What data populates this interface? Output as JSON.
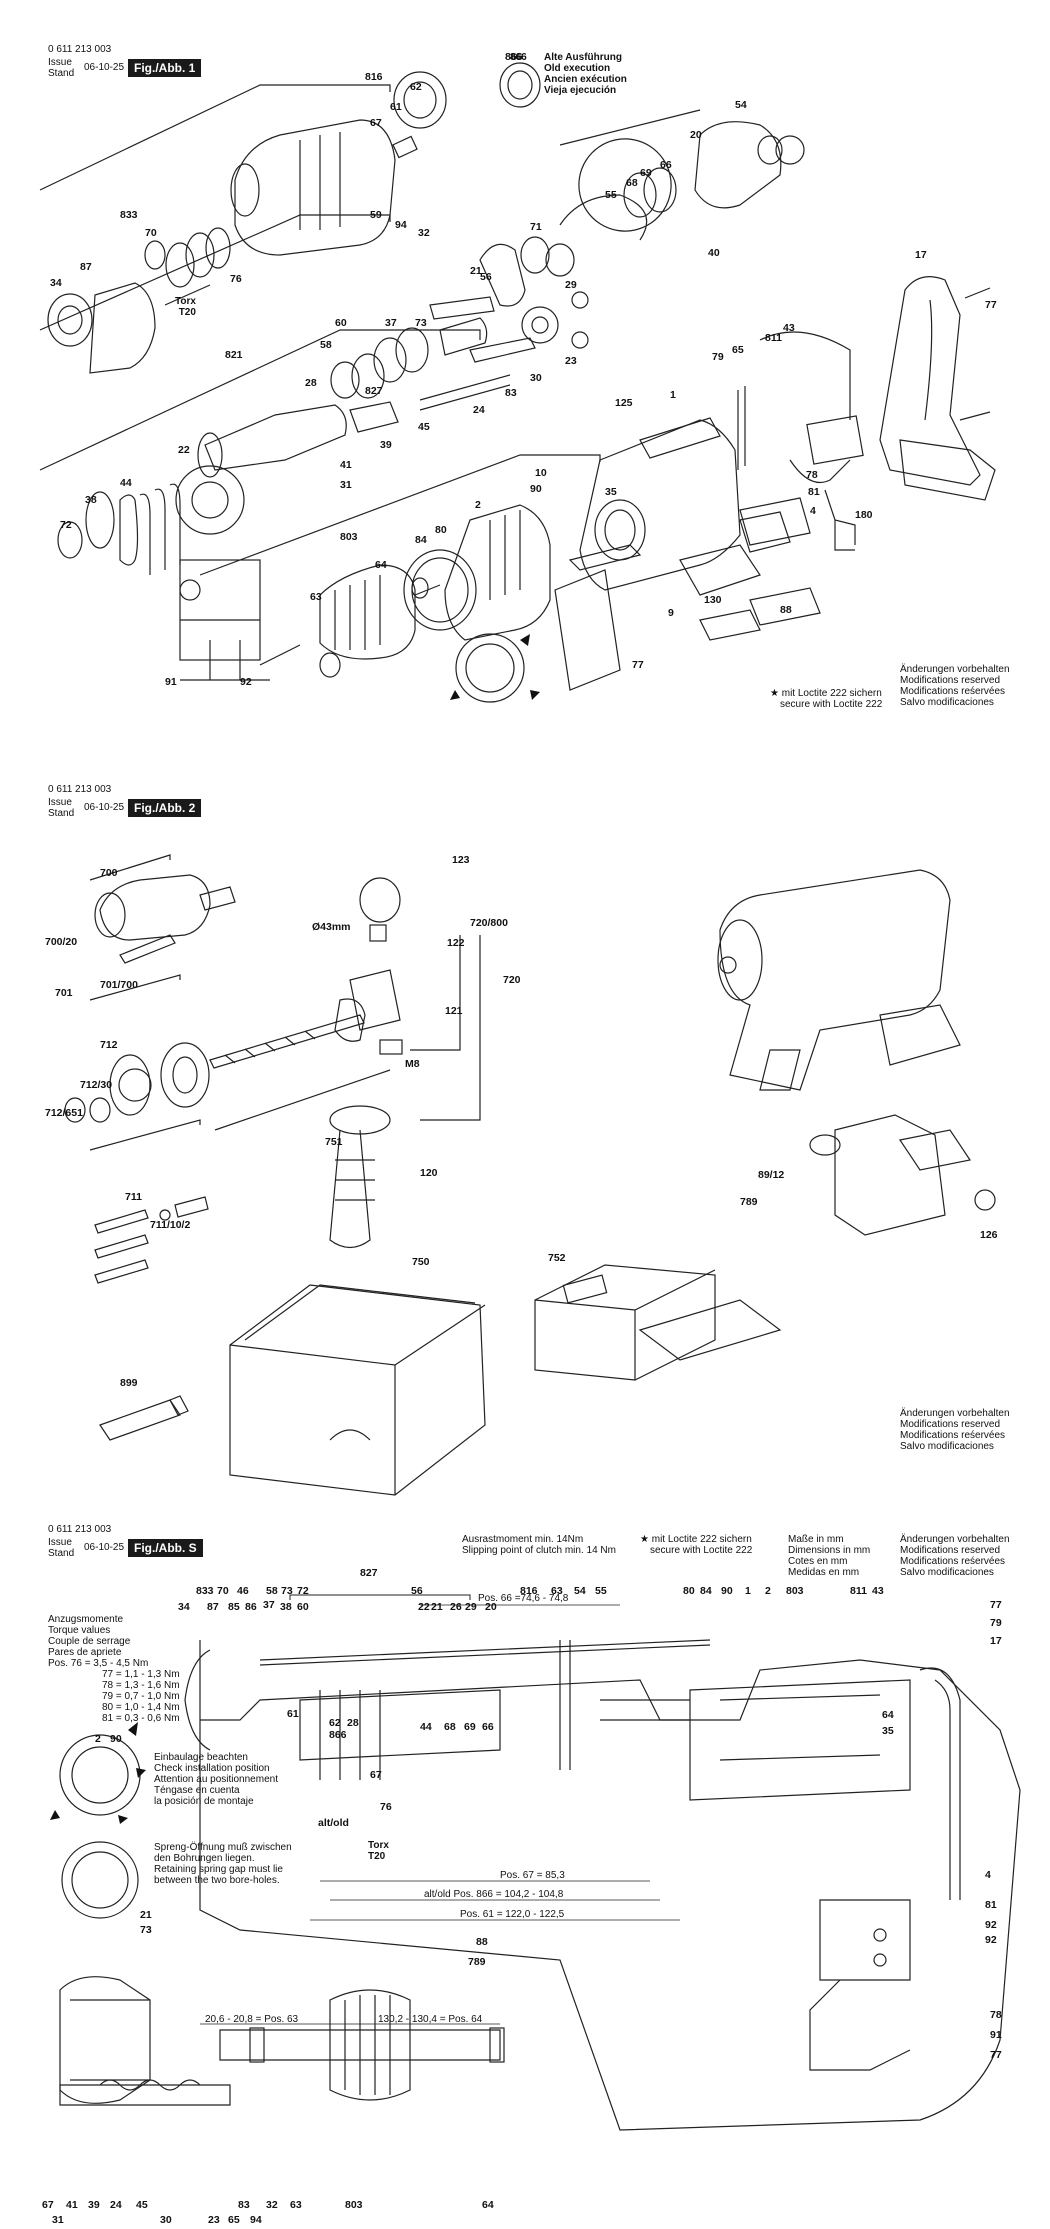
{
  "doc_number": "0 611 213 003",
  "issue_label": "Issue",
  "stand_label": "Stand",
  "issue_date": "06-10-25",
  "figures": [
    {
      "label": "Fig./Abb. 1"
    },
    {
      "label": "Fig./Abb. 2"
    },
    {
      "label": "Fig./Abb. S"
    }
  ],
  "legend_866": [
    "866",
    "Alte Ausführung",
    "Old execution",
    "Ancien exécution",
    "Vieja ejecución"
  ],
  "loctite_note": [
    "★ mit Loctite 222 sichern",
    "secure with Loctite 222"
  ],
  "changes_note": [
    "Änderungen vorbehalten",
    "Modifications reserved",
    "Modifications reśervées",
    "Salvo modificaciones"
  ],
  "torx_label": [
    "Torx",
    "T20"
  ],
  "fig1_labels": [
    "866",
    "816",
    "62",
    "61",
    "67",
    "54",
    "20",
    "66",
    "69",
    "68",
    "55",
    "833",
    "70",
    "59",
    "94",
    "32",
    "71",
    "34",
    "87",
    "76",
    "56",
    "29",
    "21",
    "40",
    "17",
    "77",
    "821",
    "60",
    "37",
    "73",
    "58",
    "28",
    "827",
    "22",
    "83",
    "30",
    "23",
    "65",
    "811",
    "43",
    "79",
    "1",
    "125",
    "24",
    "45",
    "39",
    "41",
    "31",
    "72",
    "38",
    "44",
    "10",
    "35",
    "2",
    "90",
    "80",
    "84",
    "803",
    "64",
    "63",
    "91",
    "92",
    "4",
    "81",
    "78",
    "180",
    "130",
    "9",
    "88",
    "77"
  ],
  "fig2_labels": [
    "700",
    "700/20",
    "701",
    "701/700",
    "123",
    "Ø43mm",
    "122",
    "121",
    "720/800",
    "720",
    "M8",
    "712",
    "712/30",
    "712/651",
    "751",
    "120",
    "711",
    "711/10/2",
    "89/12",
    "789",
    "126",
    "750",
    "752",
    "899"
  ],
  "figS": {
    "torque_title": [
      "Anzugsmomente",
      "Torque values",
      "Couple de serrage",
      "Pares de apriete"
    ],
    "torque_values": [
      "Pos. 76 = 3,5 - 4,5 Nm",
      "77 = 1,1 - 1,3 Nm",
      "78 = 1,3 - 1,6 Nm",
      "79 = 0,7 - 1,0 Nm",
      "80 = 1,0 - 1,4 Nm",
      "81 = 0,3 - 0,6 Nm"
    ],
    "locking": [
      "Ausrastmoment min. 14Nm",
      "Slipping point of clutch min. 14 Nm"
    ],
    "dimensions": [
      "Maße in mm",
      "Dimensions in mm",
      "Cotes en mm",
      "Medidas en mm"
    ],
    "install_note": [
      "Einbaulage beachten",
      "Check installation position",
      "Attention au positionnement",
      "Téngase en cuenta",
      "la posición de montaje"
    ],
    "spring_note": [
      "Spreng-Öffnung muß zwischen",
      "den Bohrungen liegen.",
      "Retaining spring gap must lie",
      "between the two bore-holes."
    ],
    "pos66": "Pos. 66 =74,6 - 74,8",
    "pos67": "Pos. 67 = 85,3",
    "pos866": "alt/old Pos. 866 = 104,2 - 104,8",
    "pos61": "Pos. 61 = 122,0 - 122,5",
    "pos63": "20,6 - 20,8 = Pos. 63",
    "pos64": "130,2 - 130,4 = Pos. 64",
    "alt_old": "alt/old",
    "labels": [
      "827",
      "833",
      "70",
      "46",
      "58",
      "73",
      "72",
      "56",
      "34",
      "87",
      "85",
      "86",
      "37",
      "38",
      "60",
      "22",
      "21",
      "26",
      "29",
      "20",
      "816",
      "63",
      "54",
      "55",
      "80",
      "84",
      "90",
      "1",
      "2",
      "803",
      "811",
      "43",
      "77",
      "79",
      "17",
      "61",
      "62",
      "866",
      "28",
      "44",
      "68",
      "69",
      "66",
      "64",
      "35",
      "67",
      "76",
      "4",
      "81",
      "92",
      "92",
      "88",
      "789",
      "78",
      "91",
      "77",
      "2",
      "90",
      "21",
      "73",
      "67",
      "31",
      "41",
      "39",
      "24",
      "45",
      "30",
      "23",
      "65",
      "83",
      "94",
      "32",
      "63",
      "803",
      "64"
    ]
  }
}
